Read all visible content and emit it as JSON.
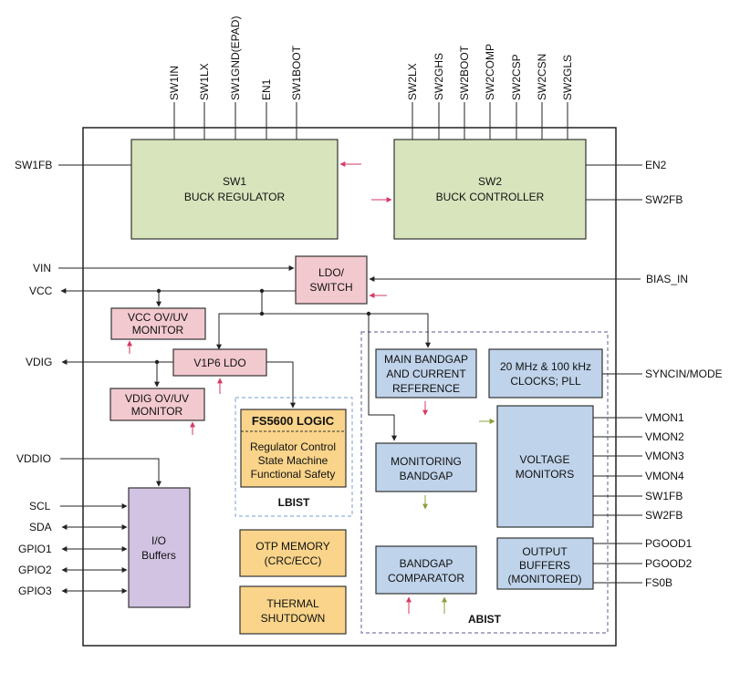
{
  "colors": {
    "sw_fill": "#d8e4bc",
    "pink_fill": "#f2c9cf",
    "blue_fill": "#bfd3ea",
    "orange_fill": "#f9d48a",
    "purple_fill": "#d2c3e3",
    "red_arrow": "#d63a63",
    "green_arrow": "#8aa038",
    "dash_border": "#7a7aa8",
    "lbist_border": "#8fb0d6"
  },
  "pins_top": [
    "SW1IN",
    "SW1LX",
    "SW1GND(EPAD)",
    "EN1",
    "SW1BOOT",
    "SW2LX",
    "SW2GHS",
    "SW2BOOT",
    "SW2COMP",
    "SW2CSP",
    "SW2CSN",
    "SW2GLS"
  ],
  "pins_left": [
    "SW1FB",
    "VIN",
    "VCC",
    "VDIG",
    "VDDIO",
    "SCL",
    "SDA",
    "GPIO1",
    "GPIO2",
    "GPIO3"
  ],
  "pins_right": [
    "EN2",
    "SW2FB",
    "BIAS_IN",
    "SYNCIN/MODE",
    "VMON1",
    "VMON2",
    "VMON3",
    "VMON4",
    "SW1FB",
    "SW2FB",
    "PGOOD1",
    "PGOOD2",
    "FS0B"
  ],
  "blocks": {
    "sw1": [
      "SW1",
      "BUCK REGULATOR"
    ],
    "sw2": [
      "SW2",
      "BUCK CONTROLLER"
    ],
    "ldo": [
      "LDO/",
      "SWITCH"
    ],
    "vcc_mon": [
      "VCC OV/UV",
      "MONITOR"
    ],
    "v1p6": [
      "V1P6 LDO"
    ],
    "vdig_mon": [
      "VDIG OV/UV",
      "MONITOR"
    ],
    "logic_title": "FS5600 LOGIC",
    "logic_lines": [
      "Regulator Control",
      "State Machine",
      "Functional Safety"
    ],
    "lbist": "LBIST",
    "io": [
      "I/O",
      "Buffers"
    ],
    "otp": [
      "OTP MEMORY",
      "(CRC/ECC)"
    ],
    "thermal": [
      "THERMAL",
      "SHUTDOWN"
    ],
    "main_bandgap": [
      "MAIN BANDGAP",
      "AND CURRENT",
      "REFERENCE"
    ],
    "clocks": [
      "20 MHz & 100 kHz",
      "CLOCKS; PLL"
    ],
    "mon_bandgap": [
      "MONITORING",
      "BANDGAP"
    ],
    "voltage_mon": [
      "VOLTAGE",
      "MONITORS"
    ],
    "bg_comp": [
      "BANDGAP",
      "COMPARATOR"
    ],
    "out_buf": [
      "OUTPUT",
      "BUFFERS",
      "(MONITORED)"
    ],
    "abist": "ABIST"
  }
}
